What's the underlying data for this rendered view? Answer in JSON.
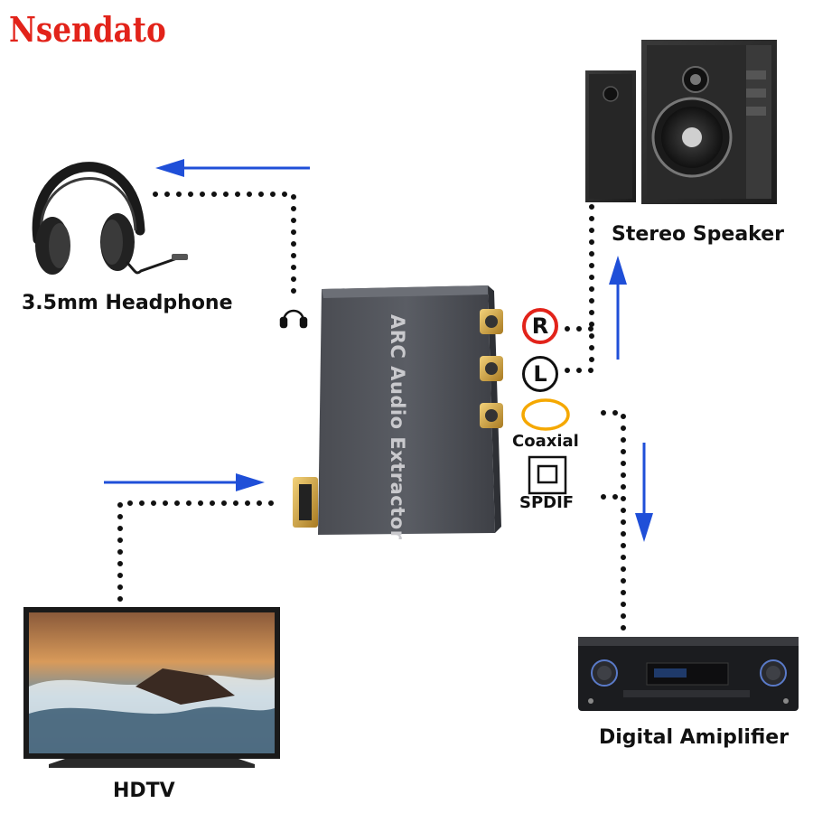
{
  "brand": {
    "name": "Nsendato",
    "color": "#e2231a"
  },
  "device": {
    "title": "ARC Audio Extractor"
  },
  "nodes": {
    "headphone": {
      "label": "3.5mm Headphone",
      "icon": "headphone-icon"
    },
    "speaker": {
      "label": "Stereo Speaker",
      "icon": "speaker-icon"
    },
    "amplifier": {
      "label": "Digital Amiplifier",
      "icon": "amplifier-icon"
    },
    "hdtv": {
      "label": "HDTV",
      "icon": "tv-icon"
    }
  },
  "ports": {
    "right": {
      "label": "R",
      "color": "#e2231a"
    },
    "left": {
      "label": "L",
      "color": "#111111"
    },
    "coaxial": {
      "label": "Coaxial",
      "color": "#f5a800"
    },
    "spdif": {
      "label": "SPDIF"
    }
  },
  "colors": {
    "arrow": "#1f4fd8",
    "dots": "#111111"
  }
}
